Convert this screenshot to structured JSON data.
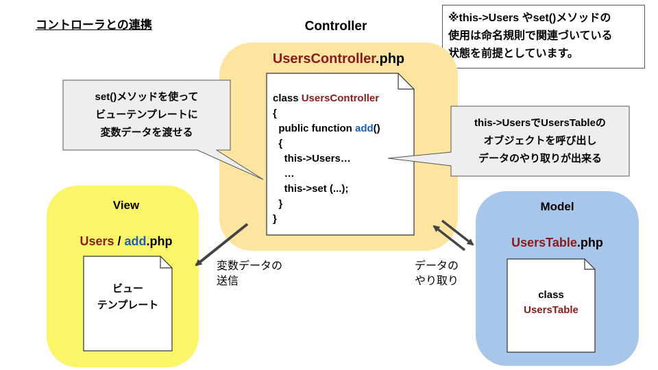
{
  "title": "コントローラとの連携",
  "note": {
    "lines": [
      "※this->Users やset()メソッドの",
      "使用は命名規則で関連づいている",
      "状態を前提としています。"
    ]
  },
  "controller": {
    "heading": "Controller",
    "file_name": "UsersController",
    "file_ext": ".php",
    "code": {
      "class_kw": "class ",
      "class_name": "UsersController",
      "open_brace": "{",
      "func_prefix": "  public function ",
      "func_name": "add",
      "func_suffix": "()",
      "func_open": "  {",
      "line_users": "    this->Users…",
      "line_dots": "    …",
      "line_set": "    this->set (...);",
      "func_close": "  }",
      "close_brace": "}"
    }
  },
  "view": {
    "heading": "View",
    "file_dir": "Users",
    "file_sep": " / ",
    "file_name": "add",
    "file_ext": ".php",
    "doc_lines": [
      "ビュー",
      "テンプレート"
    ]
  },
  "model": {
    "heading": "Model",
    "file_name": "UsersTable",
    "file_ext": ".php",
    "doc_kw": "class",
    "doc_name": "UsersTable"
  },
  "callouts": {
    "left": [
      "set()メソッドを使って",
      "ビューテンプレートに",
      "変数データを渡せる"
    ],
    "right": [
      "this->UsersでUsersTableの",
      "オブジェクトを呼び出し",
      "データのやり取りが出来る"
    ]
  },
  "arrow_labels": {
    "view": [
      "変数データの",
      "送信"
    ],
    "model": [
      "データの",
      "やり取り"
    ]
  },
  "colors": {
    "controller_fill": "#fde4a0",
    "view_fill": "#fbf56a",
    "model_fill": "#a8c6ea",
    "callout_fill": "#eeeeee",
    "accent_red": "#8b1a1a",
    "accent_blue": "#1f5fa8"
  }
}
